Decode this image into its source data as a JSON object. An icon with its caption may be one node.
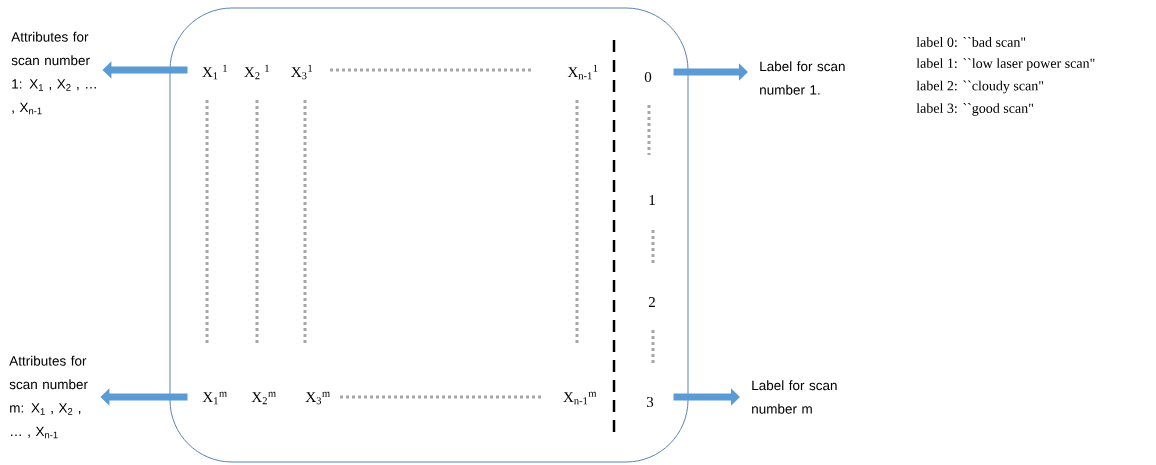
{
  "diagram": {
    "nodes": [
      {
        "text": [],
        "shape": "box"
      },
      {
        "text": [
          "Attributes for scan number 1: X$_{1}$ , X$_{2}$ , … , X$_{n-1}$"
        ]
      },
      {
        "text": [
          "Attributes for scan number m: X$_{1}$ , X$_{2}$ , … , X$_{n-1}$"
        ]
      },
      {
        "text": [
          "Label for scan number 1."
        ]
      },
      {
        "text": [
          "Label for scan number m"
        ]
      }
    ],
    "edges": [
      {
        "from": 0,
        "to": 1,
        "arrow": "to"
      },
      {
        "from": 0,
        "to": 2,
        "arrow": "to"
      },
      {
        "from": 0,
        "to": 3,
        "arrow": "to"
      },
      {
        "from": 0,
        "to": 4,
        "arrow": "to"
      }
    ],
    "labels": [
      "X$_{1}$ $^{1}$",
      "X$_{2}$ $^{1}$",
      "X$_{3}$$^{1}$",
      "X$_{n-1}$$^{1}$",
      "0",
      "1",
      "2",
      "X$_{1}$$^{m}$",
      "X$_{2}$$^{m}$",
      "X$_{3}$$^{m}$",
      "X$_{n-1}$$^{m}$",
      "3",
      "label 0: ``bad scan\"",
      "label 1: ``low laser power scan\"",
      "label 2: ``cloudy scan\"",
      "label 3: ``good scan\""
    ]
  }
}
